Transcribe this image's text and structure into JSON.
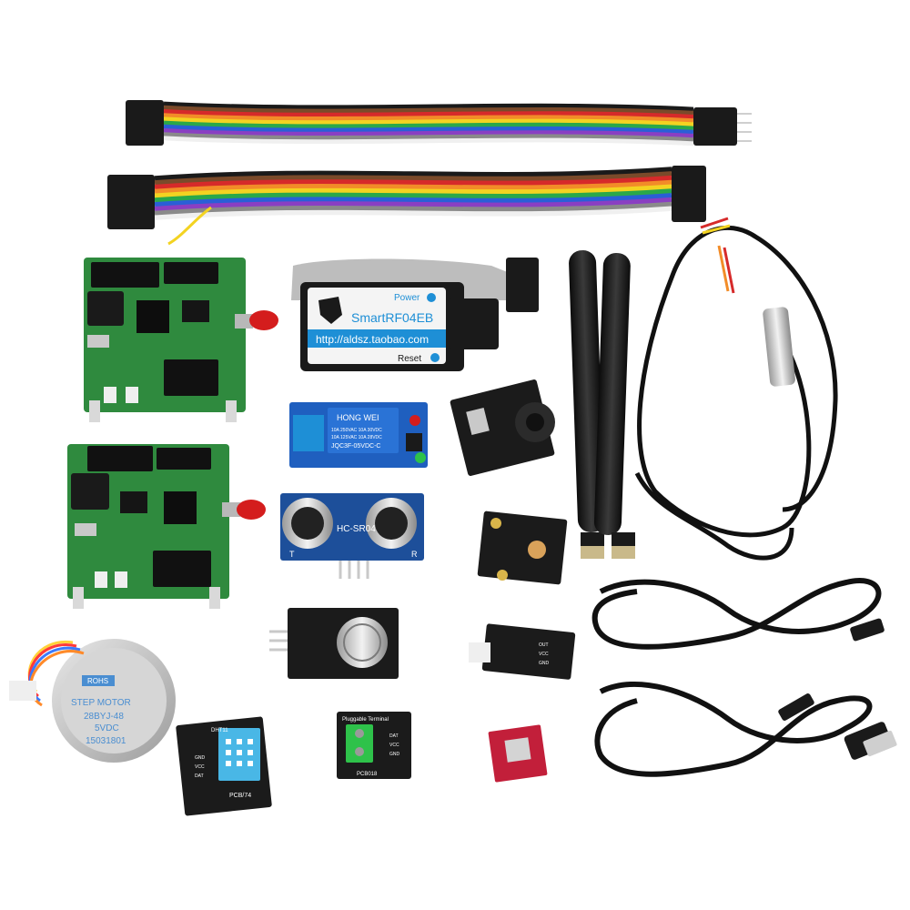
{
  "debugger": {
    "power_label": "Power",
    "model_label": "SmartRF04EB",
    "url_label": "http://aldsz.taobao.com",
    "reset_label": "Reset"
  },
  "relay": {
    "brand_label": "HONG WEI",
    "line1": "10A 250VAC 10A 30VDC",
    "line2": "10A 125VAC 10A 28VDC",
    "model": "JQC3F-05VDC-C"
  },
  "ultrasonic": {
    "model": "HC-SR04",
    "left_mark": "T",
    "right_mark": "R"
  },
  "stepper": {
    "badge": "ROHS",
    "title": "STEP MOTOR",
    "model": "28BYJ-48",
    "voltage": "5VDC",
    "serial": "15031801"
  },
  "dht": {
    "top_label": "DHT11",
    "bottom_label": "PCB/74",
    "pins": [
      "GND",
      "VCC",
      "DAT"
    ]
  },
  "terminal": {
    "title": "Pluggable Terminal",
    "bottom_label": "PCB018",
    "pins": [
      "DAT",
      "VCC",
      "GND"
    ]
  },
  "small_module": {
    "pins": [
      "OUT",
      "VCC",
      "GND"
    ]
  },
  "colors": {
    "pcb_green": "#2f8a3e",
    "module_black": "#1b1b1b",
    "debugger_blue": "#1e8fd6",
    "relay_blue": "#1f5fbf",
    "ultrasonic_blue": "#1d4f9a",
    "stepper_blue": "#4a8ed1",
    "dht_blue": "#49b7e6",
    "driver_red": "#c21f3a"
  },
  "wire_colors": [
    "#1a1a1a",
    "#7a4a2a",
    "#d62a2a",
    "#f28c28",
    "#f3d321",
    "#2aa84a",
    "#2a5fd6",
    "#8a3fc2",
    "#8a8a8a",
    "#f0f0f0"
  ]
}
